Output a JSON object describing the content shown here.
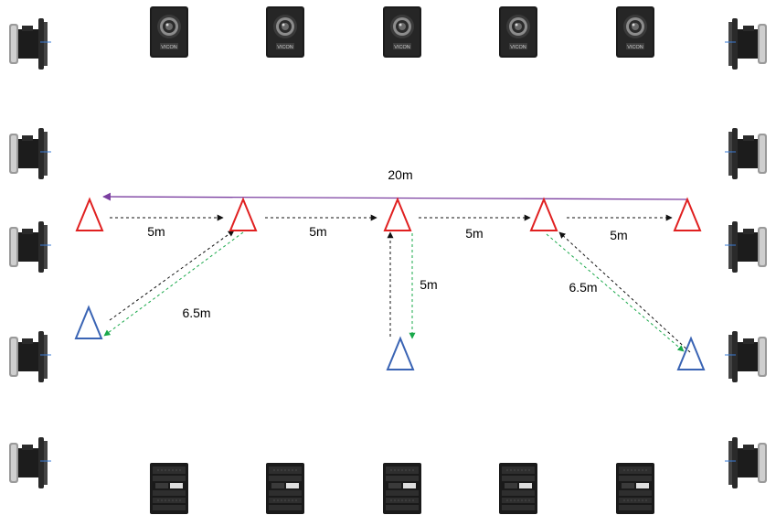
{
  "labels": {
    "total": "20m",
    "seg1": "5m",
    "seg2": "5m",
    "seg3": "5m",
    "seg4": "5m",
    "diag_left": "6.5m",
    "vertical": "5m",
    "diag_right": "6.5m"
  },
  "camera_brand": "VICON",
  "colors": {
    "start_marker": "#e02020",
    "end_marker": "#3a64b4",
    "total_arrow": "#7b3fa0",
    "return_arrow": "#19a84a",
    "forward_arrow": "#111111"
  },
  "icons": {
    "top_cameras": "vicon-camera-front-icon",
    "bottom_units": "vicon-unit-back-icon",
    "side_cameras": "side-camera-icon",
    "start_marker": "triangle-icon",
    "end_marker": "triangle-icon"
  }
}
